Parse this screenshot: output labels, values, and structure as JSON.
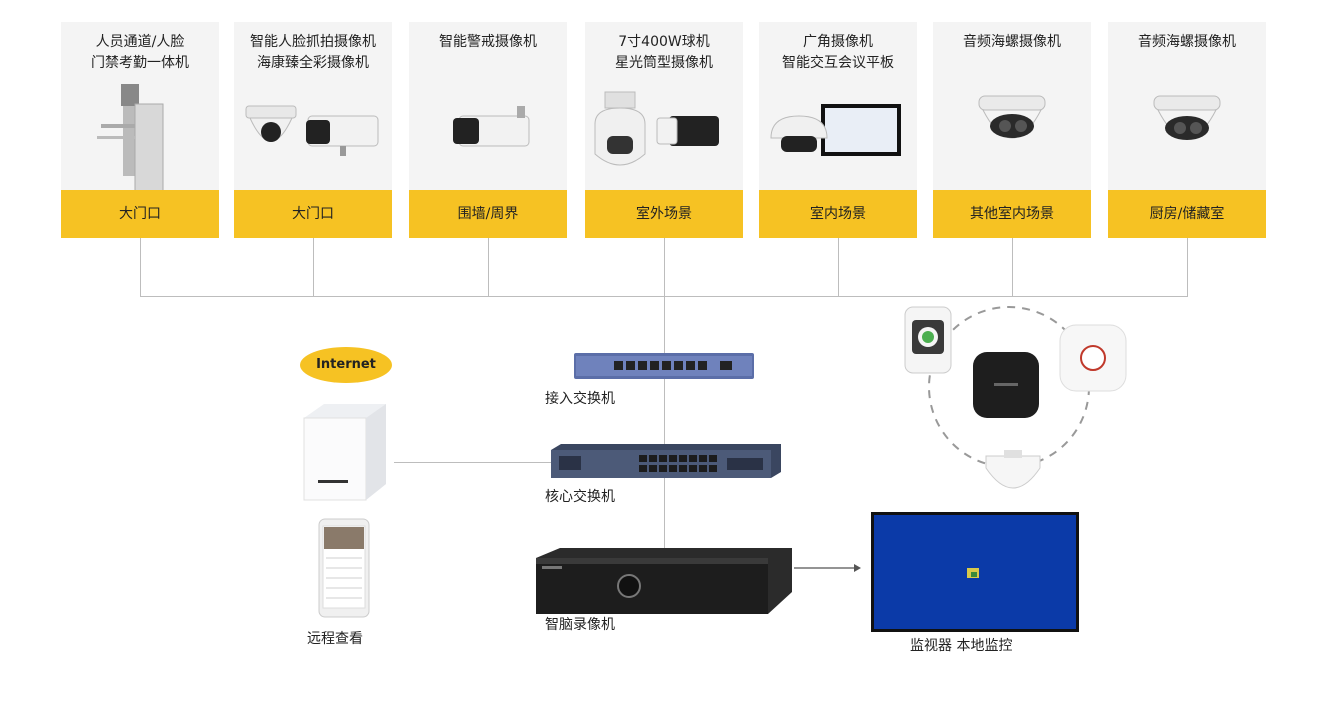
{
  "cameras": [
    {
      "title": "人员通道/人脸\n门禁考勤一体机",
      "label": "大门口",
      "icon": "turnstile-icon"
    },
    {
      "title": "智能人脸抓拍摄像机\n海康臻全彩摄像机",
      "label": "大门口",
      "icon": "dome-and-bullet-camera-icon"
    },
    {
      "title": "智能警戒摄像机",
      "label": "围墙/周界",
      "icon": "bullet-camera-icon"
    },
    {
      "title": "7寸400W球机\n星光筒型摄像机",
      "label": "室外场景",
      "icon": "ptz-and-bullet-camera-icon"
    },
    {
      "title": "广角摄像机\n智能交互会议平板",
      "label": "室内场景",
      "icon": "wide-angle-camera-and-panel-icon"
    },
    {
      "title": "音频海螺摄像机",
      "label": "其他室内场景",
      "icon": "turret-camera-icon"
    },
    {
      "title": "音频海螺摄像机",
      "label": "厨房/储藏室",
      "icon": "turret-camera-icon"
    }
  ],
  "internet_label": "Internet",
  "devices": {
    "access_switch": "接入交换机",
    "core_switch": "核心交换机",
    "nvr": "智脑录像机",
    "remote_view": "远程查看",
    "monitor": "监视器 本地监控"
  },
  "colors": {
    "accent": "#f6c223",
    "card_bg": "#f4f4f4",
    "line": "#bdbdbd",
    "monitor": "#0b3aa8"
  }
}
